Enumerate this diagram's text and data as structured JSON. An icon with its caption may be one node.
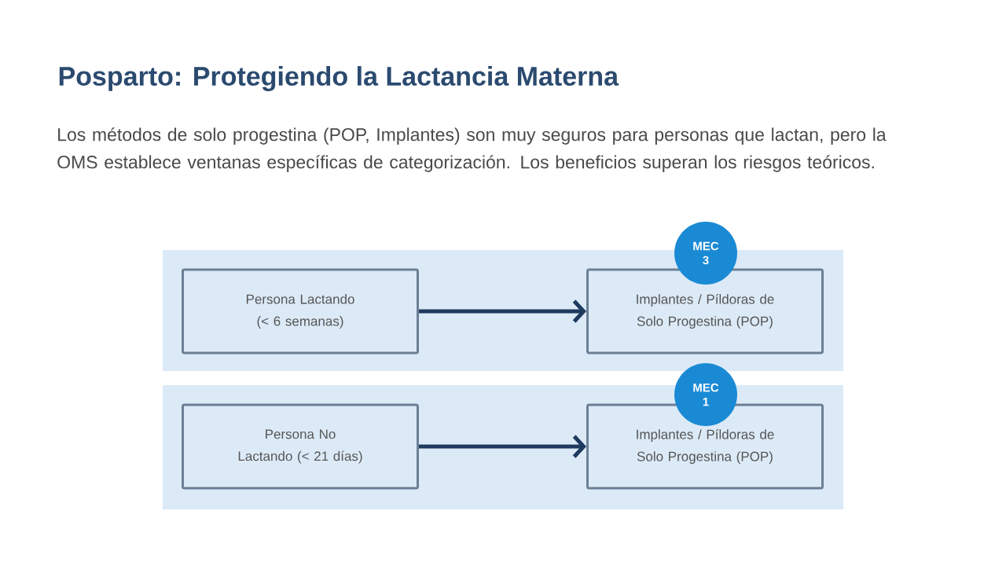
{
  "diagram": {
    "title": "Posparto: Protegiendo la Lactancia Materna",
    "nodes": [
      {
        "text": [],
        "shape": "box"
      },
      {
        "text": [
          "Persona Lactando (< 6 semanas)"
        ],
        "in": 0
      },
      {
        "text": [
          "Implantes / Píldoras de Solo Progestina (POP)"
        ],
        "in": 0
      },
      {
        "text": [
          "MEC 3"
        ]
      },
      {
        "text": [],
        "shape": "box"
      },
      {
        "text": [
          "Persona No Lactando (< 21 días)"
        ],
        "in": 4
      },
      {
        "text": [
          "Implantes / Píldoras de Solo Progestina (POP)"
        ],
        "in": 4
      },
      {
        "text": [
          "MEC 1"
        ]
      }
    ],
    "edges": [
      {
        "from": 1,
        "to": 2,
        "arrow": "to"
      },
      {
        "from": 5,
        "to": 6,
        "arrow": "to"
      }
    ],
    "labels": [
      "Los métodos de solo progestina (POP, Implantes) son muy seguros para personas que lactan, pero la OMS establece ventanas específicas de categorización. Los beneficios superan los riesgos teóricos."
    ]
  }
}
